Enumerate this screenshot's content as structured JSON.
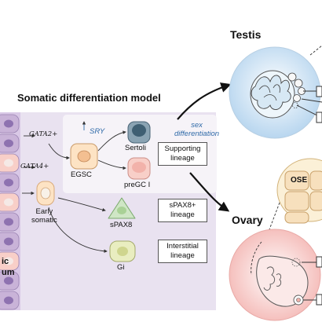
{
  "model_title": "Somatic differentiation model",
  "organs": {
    "testis": "Testis",
    "ovary": "Ovary"
  },
  "genes": {
    "gata2": "GATA2+",
    "gata4": "GATA4+",
    "sry": "SRY"
  },
  "sex_differentiation": [
    "sex",
    "differentiation"
  ],
  "cells": {
    "egsc": "EGSC",
    "sertoli": "Sertoli",
    "pregc": "preGC I",
    "early_somatic": [
      "Early",
      "somatic"
    ],
    "spax8": "sPAX8",
    "gi": "Gi"
  },
  "lineages": {
    "supporting": [
      "Supporting",
      "lineage"
    ],
    "spax8": [
      "sPAX8+",
      "lineage"
    ],
    "interstitial": [
      "Interstitial",
      "lineage"
    ]
  },
  "ovary_inset": "OSE",
  "left_edge_text": [
    "ic",
    "um"
  ],
  "colors": {
    "panel_bg": "#e9e2f0",
    "epithelium": "#c9b3d8",
    "purple_nucleus": "#8e72b0",
    "egsc_fill": "#fde3c4",
    "sertoli_fill": "#4d6f82",
    "pregc_fill": "#f8cfc8",
    "spax8_fill": "#cfe6c5",
    "gi_fill": "#e9edc0",
    "testis_fill": "#d3e6f5",
    "ovary_fill": "#f8d5d3",
    "ose_fill": "#f7e0bd"
  }
}
